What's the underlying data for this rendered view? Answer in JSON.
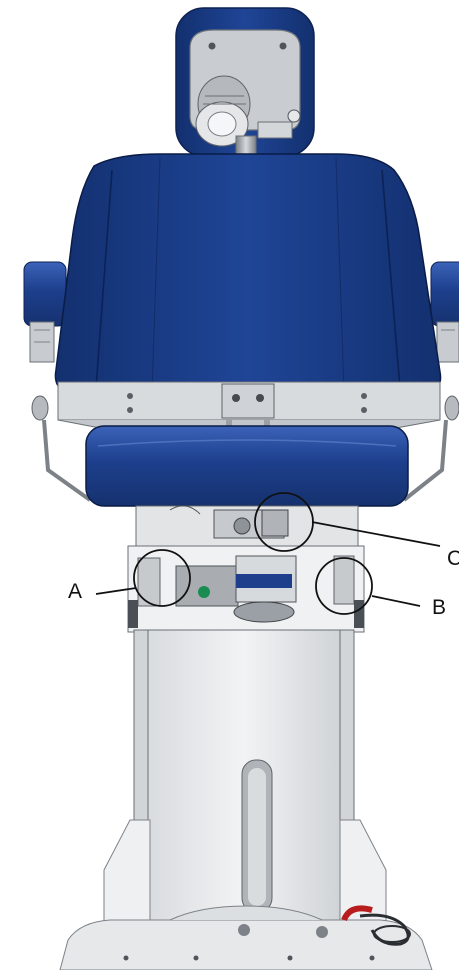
{
  "callouts": {
    "a": "A",
    "b": "B",
    "c": "C"
  },
  "colors": {
    "upholstery": "#1d3f8c",
    "upholstery_dark": "#13306f",
    "upholstery_light": "#3b63b8",
    "metal": "#c8ccd0",
    "metal_dark": "#8d9298",
    "base": "#e6e8ea",
    "accent_green": "#1a8c52",
    "accent_red": "#b81c1c"
  }
}
